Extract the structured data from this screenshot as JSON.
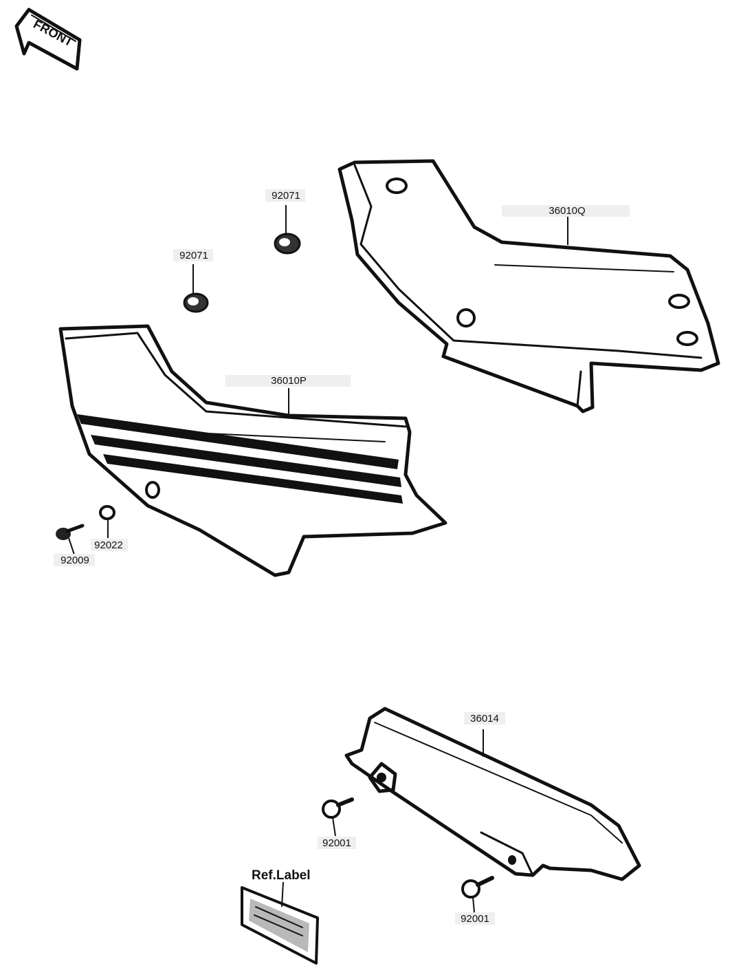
{
  "front_arrow": {
    "label": "FRONT"
  },
  "parts": {
    "damper_upper": "92071",
    "damper_lower": "92071",
    "side_cover_right": "36010Q",
    "side_cover_left": "36010P",
    "bolt_left": "92009",
    "nut_left": "92022",
    "chain_cover": "36014",
    "bolt_upper": "92001",
    "bolt_lower": "92001"
  },
  "ref_label": {
    "title": "Ref.Label"
  }
}
